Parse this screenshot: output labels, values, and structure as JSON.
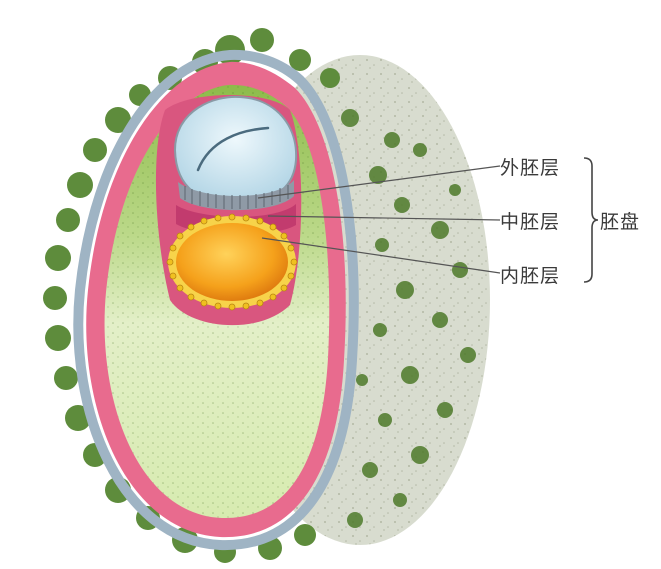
{
  "labels": {
    "ectoderm": "外胚层",
    "mesoderm": "中胚层",
    "endoderm": "内胚层",
    "germ_disc": "胚盘"
  },
  "colors": {
    "villi": "#5e8c3c",
    "chorion": "#e86b8e",
    "outer_membrane": "#9fb4c4",
    "yolk_sac_wall": "#7aa83a",
    "amnion_cavity": "#c9e2ee",
    "endoderm_yolk": "#f2a21c",
    "mesoderm": "#c23b6e",
    "extraembryonic_space": "#cfe5a8",
    "decidua": "#d9ddd0"
  }
}
